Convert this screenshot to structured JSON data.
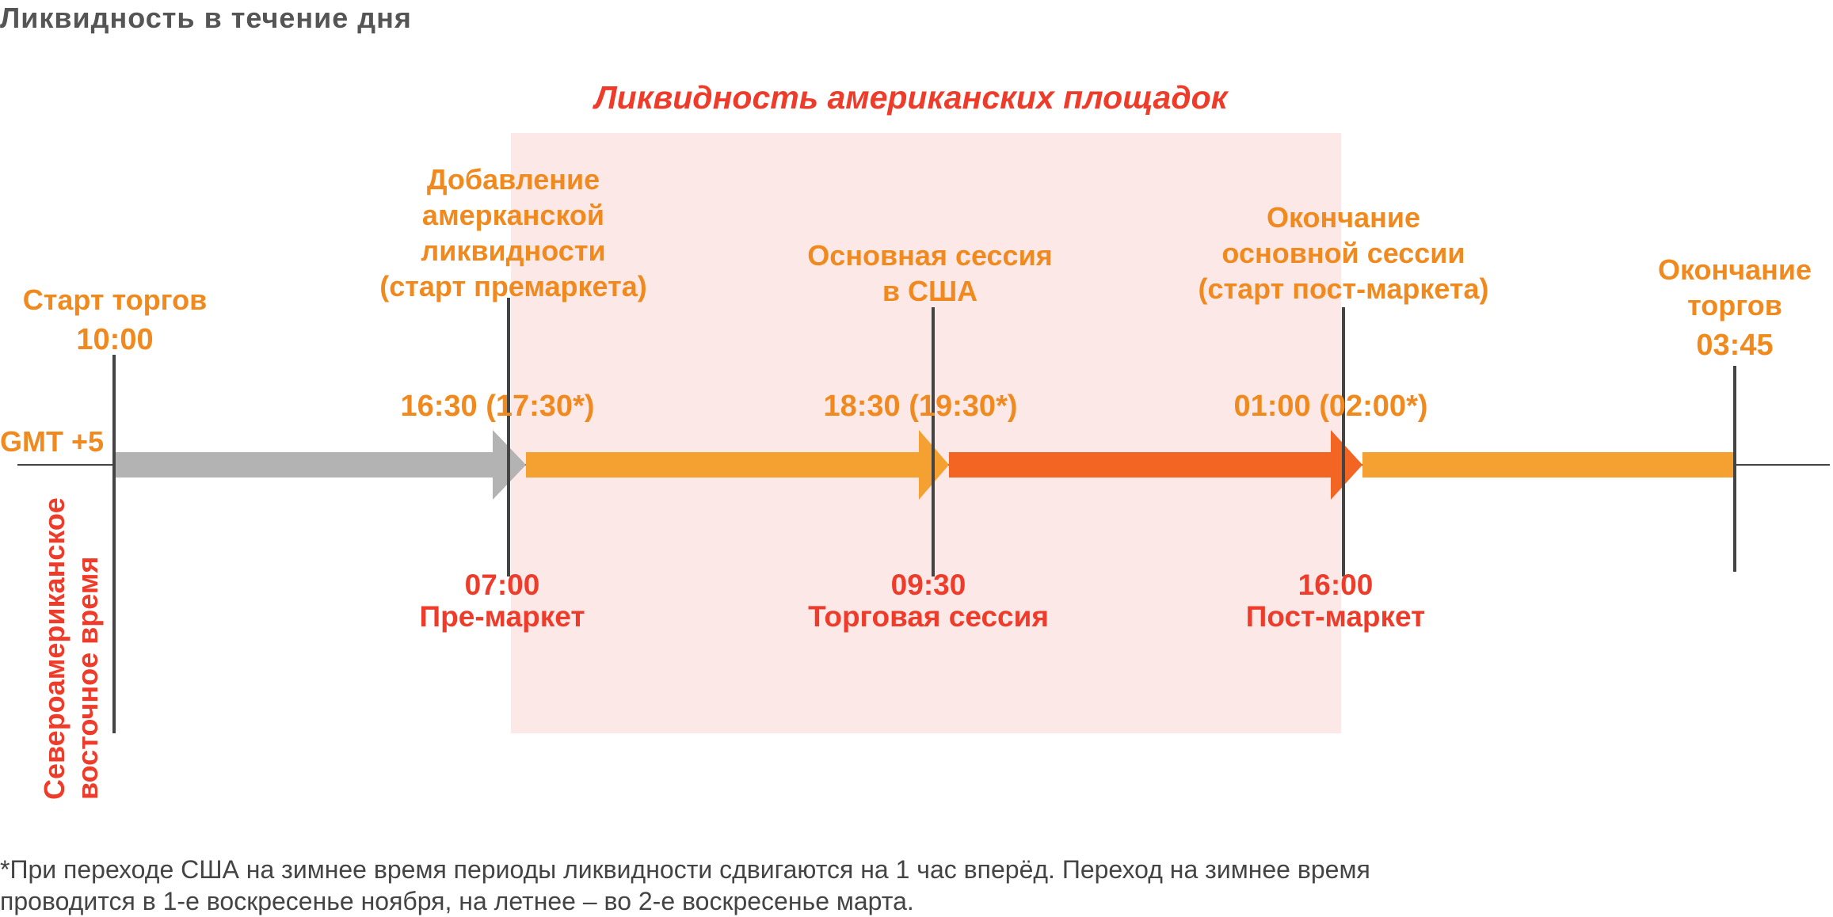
{
  "title": "Ликвидность в течение дня",
  "region_label": "Ликвидность американских площадок",
  "timezone_label": "GMT +5",
  "vertical_label": [
    "Североамериканское",
    "восточное время"
  ],
  "events": [
    {
      "id": "start",
      "label_lines": [
        "Старт торгов"
      ],
      "time": "10:00"
    },
    {
      "id": "premarket",
      "label_lines": [
        "Добавление",
        "амерканской",
        "ликвидности",
        "(старт премаркета)"
      ],
      "time": "16:30 (17:30*)",
      "et_time": "07:00",
      "et_name": "Пре-маркет"
    },
    {
      "id": "main",
      "label_lines": [
        "Основная сессия",
        "в США"
      ],
      "time": "18:30 (19:30*)",
      "et_time": "09:30",
      "et_name": "Торговая сессия"
    },
    {
      "id": "postmarket",
      "label_lines": [
        "Окончание",
        "основной сессии",
        "(старт пост-маркета)"
      ],
      "time": "01:00 (02:00*)",
      "et_time": "16:00",
      "et_name": "Пост-маркет"
    },
    {
      "id": "end",
      "label_lines": [
        "Окончание",
        "торгов"
      ],
      "time": "03:45"
    }
  ],
  "footnote": [
    "*При переходе США на зимнее время периоды ликвидности сдвигаются на 1 час вперёд. Переход на зимнее время",
    "проводится в 1-е воскресенье ноября, на летнее – во 2-е воскресенье марта."
  ],
  "colors": {
    "title": "#555555",
    "accent_orange": "#f08a1f",
    "accent_red": "#ee3b2a",
    "segment_gray": "#b3b3b3",
    "segment_orange": "#f5a131",
    "segment_dark_orange": "#f26522",
    "region_fill": "#fde8e8",
    "line": "#444444"
  }
}
